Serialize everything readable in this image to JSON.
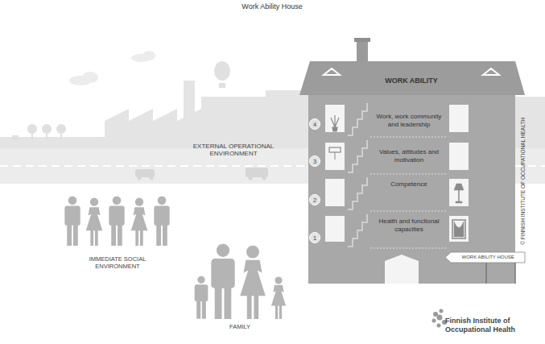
{
  "diagram": {
    "title": "Work Ability House",
    "nodes": [
      {
        "text": [
          "WORK ABILITY"
        ]
      },
      {
        "text": [
          "Work, work community and leadership"
        ]
      },
      {
        "text": [
          "Values, attitudes and motivation"
        ]
      },
      {
        "text": [
          "Competence"
        ]
      },
      {
        "text": [
          "Health and functional capacities"
        ]
      }
    ],
    "labels": [
      "4",
      "3",
      "2",
      "1",
      "EXTERNAL OPERATIONAL ENVIRONMENT",
      "IMMEDIATE SOCIAL ENVIRONMENT",
      "FAMILY",
      "WORK ABILITY HOUSE",
      "© FINNISH INSTITUTE OF OCCUPATIONAL HEALTH",
      "Finnish Institute of Occupational Health"
    ]
  }
}
